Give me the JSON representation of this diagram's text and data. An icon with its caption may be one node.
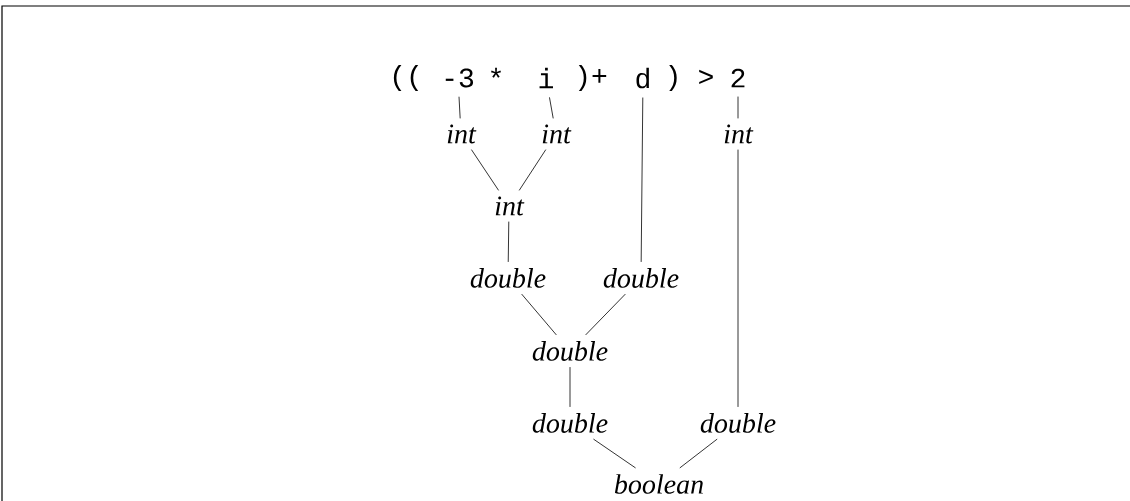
{
  "diagram": {
    "nodes": [
      {
        "text": [
          "-3"
        ]
      },
      {
        "text": [
          "i"
        ]
      },
      {
        "text": [
          "d"
        ]
      },
      {
        "text": [
          "2"
        ]
      },
      {
        "text": [
          "int"
        ]
      },
      {
        "text": [
          "int"
        ]
      },
      {
        "text": [
          "int"
        ]
      },
      {
        "text": [
          "int"
        ]
      },
      {
        "text": [
          "double"
        ]
      },
      {
        "text": [
          "double"
        ]
      },
      {
        "text": [
          "double"
        ]
      },
      {
        "text": [
          "double"
        ]
      },
      {
        "text": [
          "double"
        ]
      },
      {
        "text": [
          "boolean"
        ]
      }
    ],
    "edges": [
      {
        "from": 0,
        "to": 4,
        "arrow": "none"
      },
      {
        "from": 1,
        "to": 5,
        "arrow": "none"
      },
      {
        "from": 3,
        "to": 6,
        "arrow": "none"
      },
      {
        "from": 4,
        "to": 7,
        "arrow": "none"
      },
      {
        "from": 5,
        "to": 7,
        "arrow": "none"
      },
      {
        "from": 7,
        "to": 8,
        "arrow": "none"
      },
      {
        "from": 2,
        "to": 9,
        "arrow": "none"
      },
      {
        "from": 8,
        "to": 10,
        "arrow": "none"
      },
      {
        "from": 9,
        "to": 10,
        "arrow": "none"
      },
      {
        "from": 10,
        "to": 11,
        "arrow": "none"
      },
      {
        "from": 6,
        "to": 12,
        "arrow": "none"
      },
      {
        "from": 11,
        "to": 13,
        "arrow": "none"
      },
      {
        "from": 12,
        "to": 13,
        "arrow": "none"
      }
    ],
    "labels": [
      "((",
      "*",
      ")+",
      ")",
      ">"
    ]
  }
}
